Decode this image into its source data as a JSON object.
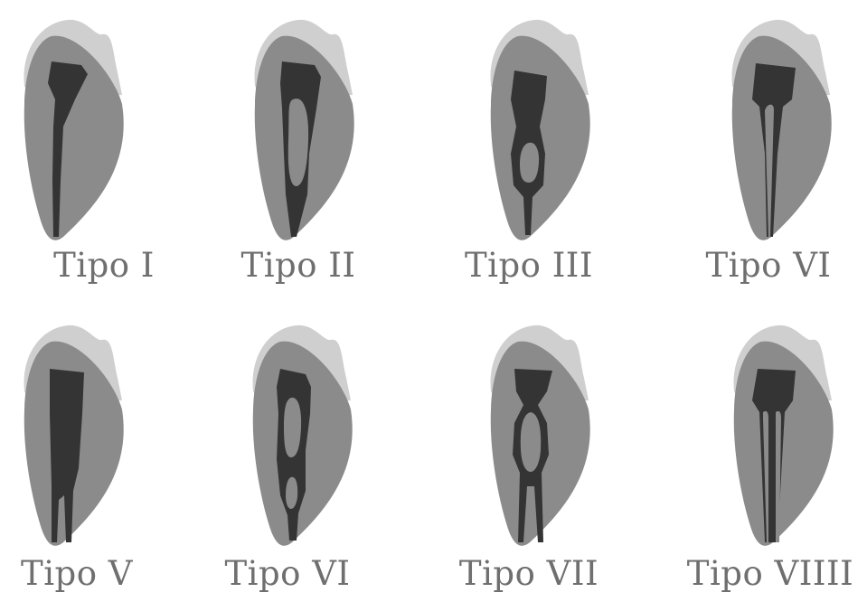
{
  "colors": {
    "enamel": "#cfcfcf",
    "dentin": "#8b8b8b",
    "pulp": "#343434",
    "label": "#6f6f6f"
  },
  "types": [
    {
      "label": "Tipo I",
      "canal": "type-1-single-canal-icon"
    },
    {
      "label": "Tipo II",
      "canal": "type-2-split-rejoin-icon"
    },
    {
      "label": "Tipo III",
      "canal": "type-3-loop-icon"
    },
    {
      "label": "Tipo VI",
      "canal": "type-4-two-canals-icon"
    },
    {
      "label": "Tipo V",
      "canal": "type-5-split-apex-icon"
    },
    {
      "label": "Tipo VI",
      "canal": "type-6-double-loop-icon"
    },
    {
      "label": "Tipo VII",
      "canal": "type-7-loop-split-icon"
    },
    {
      "label": "Tipo VIIII",
      "canal": "type-8-three-canals-icon"
    }
  ]
}
